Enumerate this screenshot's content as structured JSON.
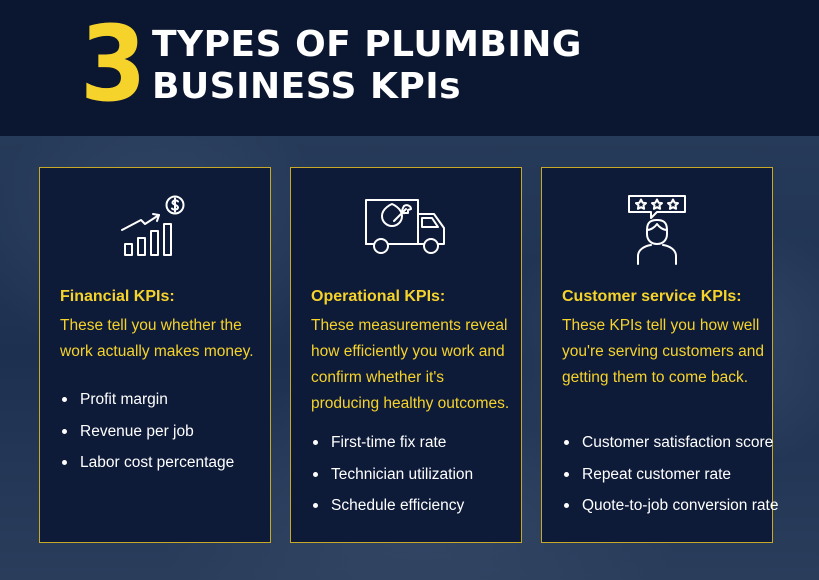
{
  "header": {
    "number": "3",
    "title_line1": "TYPES OF PLUMBING",
    "title_line2": "BUSINESS KPIs"
  },
  "colors": {
    "accent": "#f6d32a",
    "header_bg": "#0b1631",
    "card_bg": "#0d1a38",
    "card_border": "#c7a827",
    "text": "#ffffff"
  },
  "cards": [
    {
      "icon": "growth-chart-dollar-icon",
      "title": "Financial KPIs:",
      "description": "These tell you whether the work actually makes money.",
      "bullets": [
        "Profit margin",
        "Revenue per job",
        "Labor cost percentage"
      ]
    },
    {
      "icon": "service-truck-wrench-icon",
      "title": "Operational KPIs:",
      "description": "These measurements reveal how efficiently you work and confirm whether it's producing healthy outcomes.",
      "bullets": [
        "First-time fix rate",
        "Technician utilization",
        "Schedule efficiency"
      ]
    },
    {
      "icon": "customer-rating-stars-icon",
      "title": "Customer service KPIs:",
      "description": "These KPIs tell you how well you're serving customers and getting them to come back.",
      "bullets": [
        "Customer satisfaction score",
        "Repeat customer rate",
        "Quote-to-job conversion rate"
      ]
    }
  ]
}
